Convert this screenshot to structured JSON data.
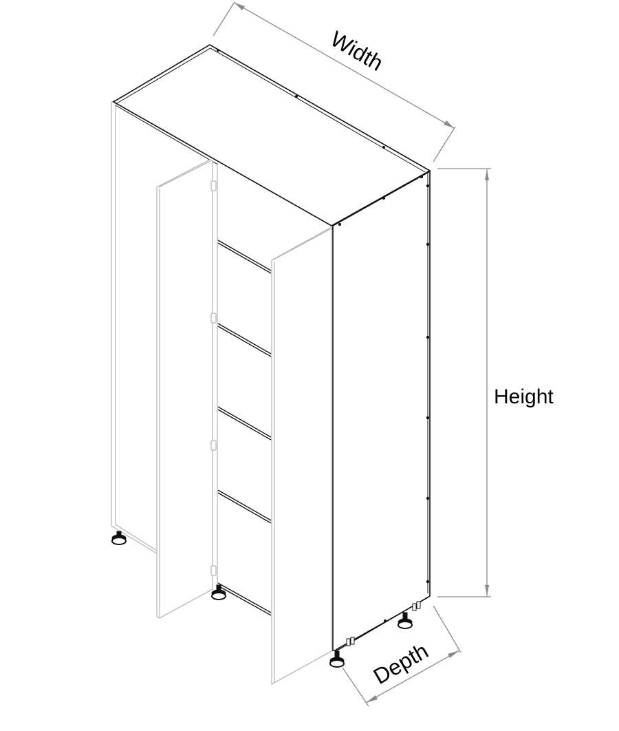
{
  "diagram": {
    "subject": "Tall pantry cabinet, isometric view with two open doors and four shelves",
    "dimensions": {
      "width_label": "Width",
      "height_label": "Height",
      "depth_label": "Depth"
    },
    "components": {
      "doors": 2,
      "shelves": 4,
      "leveling_legs": 4,
      "hinges_visible": 4
    },
    "colors": {
      "outline": "#111111",
      "door_outline": "#b8b8b8",
      "dimension_line": "#8a8a8a",
      "background": "#ffffff"
    }
  }
}
